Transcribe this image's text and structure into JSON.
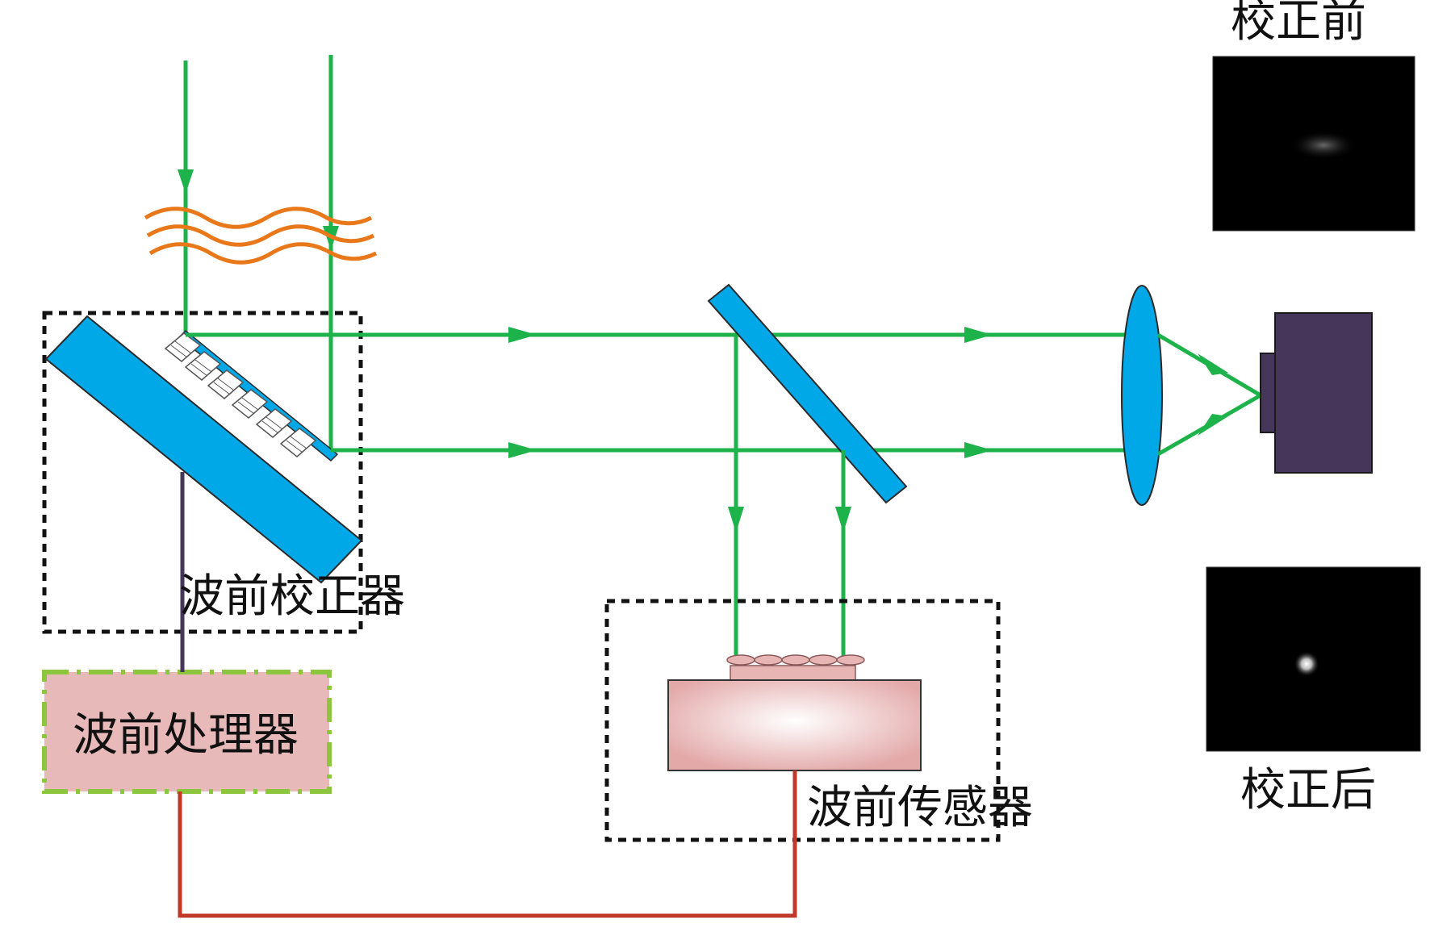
{
  "labels": {
    "corrector": "波前校正器",
    "processor": "波前处理器",
    "sensor": "波前传感器",
    "before": "校正前",
    "after": "校正后"
  },
  "colors": {
    "beam": "#1db34a",
    "optic": "#00a8e8",
    "turbulence": "#e8781a",
    "camera": "#463659",
    "processor_fill": "#e8b9b9",
    "processor_border": "#8cc63e",
    "cable_red": "#c0392b",
    "cable_purple": "#463659",
    "sensor_fill": "#e8b5b5"
  },
  "icons": [
    "deformable-mirror",
    "beam-splitter",
    "focusing-lens",
    "camera",
    "lenslet-array",
    "wavefront-sensor",
    "turbulence-waves"
  ]
}
